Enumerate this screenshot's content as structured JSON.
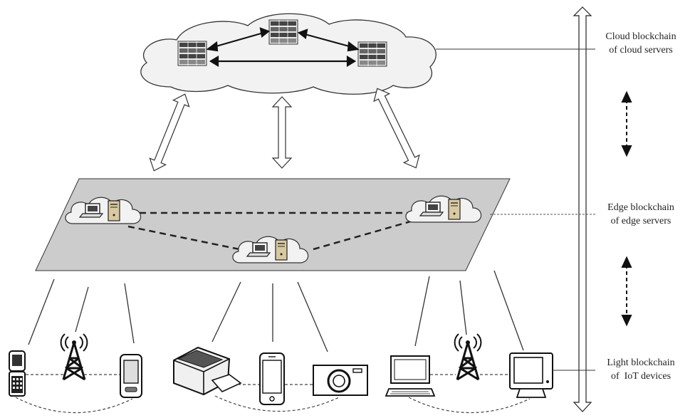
{
  "layers": {
    "cloud": {
      "line1": "Cloud blockchain",
      "line2": "of cloud servers"
    },
    "edge": {
      "line1": "Edge blockchain",
      "line2": "of edge servers"
    },
    "light": {
      "line1": "Light blockchain",
      "line2": "of  IoT devices"
    }
  },
  "colors": {
    "plane": "#cccccc",
    "cloud_fill": "#f2f2f2",
    "stroke": "#222222"
  },
  "icons": [
    "server-rack-icon",
    "laptop-icon",
    "edge-server-icon",
    "flip-phone-icon",
    "cell-tower-icon",
    "pda-icon",
    "printer-icon",
    "smartphone-icon",
    "camera-icon",
    "desktop-monitor-icon",
    "television-icon"
  ]
}
